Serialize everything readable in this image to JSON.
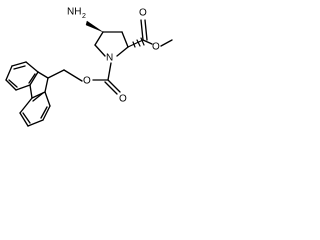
{
  "atoms": {
    "amine_label": "NH",
    "amine_subscript": "2",
    "ring_nitrogen": "N",
    "ester_carbonyl_oxygen": "O",
    "ester_ether_oxygen": "O",
    "carbamate_carbonyl_oxygen": "O",
    "carbamate_ether_oxygen": "O"
  },
  "colors": {
    "ink": "#000000",
    "background": "#ffffff"
  }
}
